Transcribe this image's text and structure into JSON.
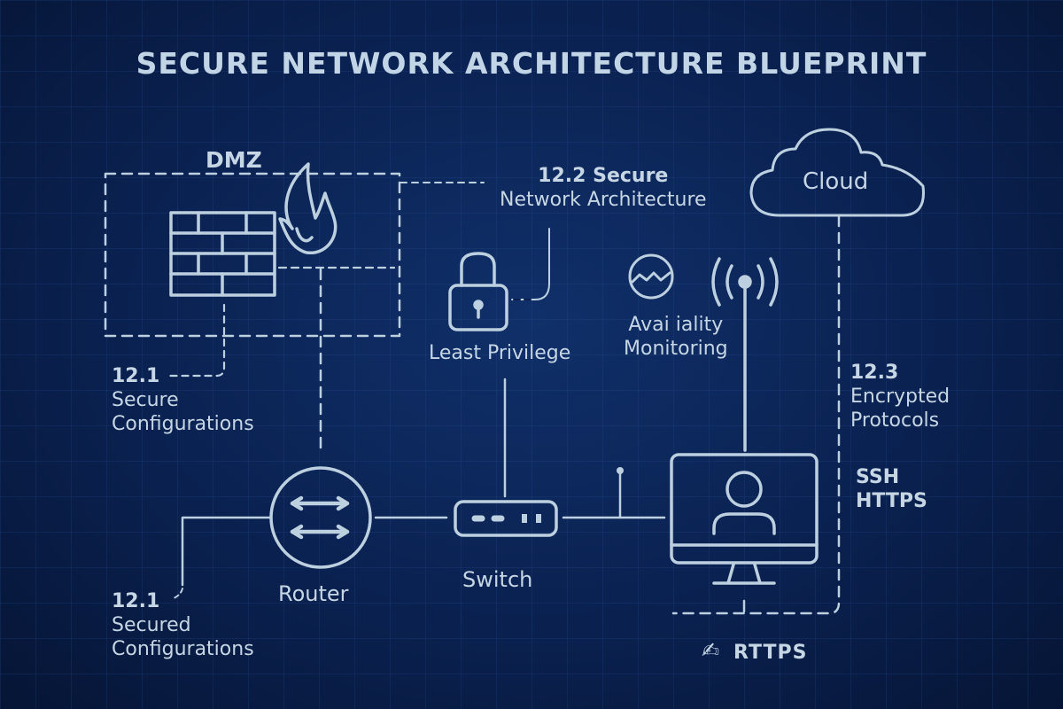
{
  "title": "SECURE NETWORK ARCHITECTURE BLUEPRINT",
  "colors": {
    "background": "#0a2150",
    "line": "#bcd0e0",
    "text": "#c6d6e4"
  },
  "zones": {
    "dmz": {
      "label": "DMZ",
      "icons": [
        "firewall-brick-icon",
        "flame-icon"
      ]
    }
  },
  "annotations": {
    "secure_network": {
      "number": "12.2 Secure",
      "text": "Network Architecture"
    },
    "secure_config_top": {
      "number": "12.1",
      "line1": "Secure",
      "line2": "Configurations"
    },
    "secured_config_bottom": {
      "number": "12.1",
      "line1": "Secured",
      "line2": "Configurations"
    },
    "encrypted": {
      "number": "12.3",
      "line1": "Encrypted",
      "line2": "Protocols",
      "protocols": [
        "SSH",
        "HTTPS"
      ]
    }
  },
  "nodes": {
    "cloud": "Cloud",
    "least_privilege": "Least Privilege",
    "availability": {
      "line1": "Avai iality",
      "line2": "Monitoring"
    },
    "router": "Router",
    "switch": "Switch",
    "workstation": "",
    "bottom_label": "RTTPS"
  },
  "icons": [
    "firewall-icon",
    "flame-icon",
    "cloud-icon",
    "lock-icon",
    "monitoring-gauge-icon",
    "wireless-antenna-icon",
    "router-icon",
    "switch-icon",
    "monitor-user-icon",
    "hand-icon"
  ]
}
